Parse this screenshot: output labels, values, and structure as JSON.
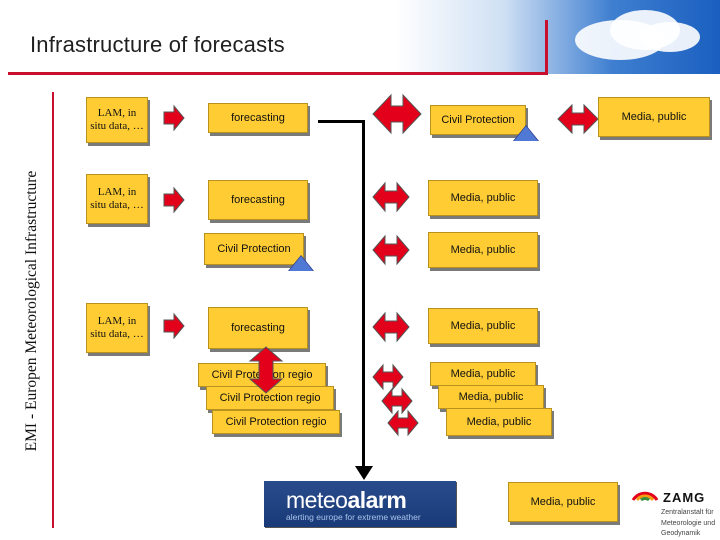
{
  "title": "Infrastructure of forecasts",
  "side_label": "EMI -  Europen Meteorological Infrastructure",
  "lam_label": "LAM, in situ data, …",
  "forecasting_label": "forecasting",
  "civil_label": "Civil Protection",
  "civil_regio_label": "Civil Protection  regio",
  "media_label": "Media, public",
  "meteoalarm": {
    "logo_prefix": "meteo",
    "logo_bold": "alarm",
    "tagline": "alerting europe for extreme weather"
  },
  "zamg": {
    "name": "ZAMG",
    "subtitle": "Zentralanstalt für Meteorologie und Geodynamik"
  },
  "colors": {
    "box": "#ffcc33",
    "arrow": "#e3001b",
    "accent_line": "#c8102e",
    "triangle": "#4f79d4"
  }
}
